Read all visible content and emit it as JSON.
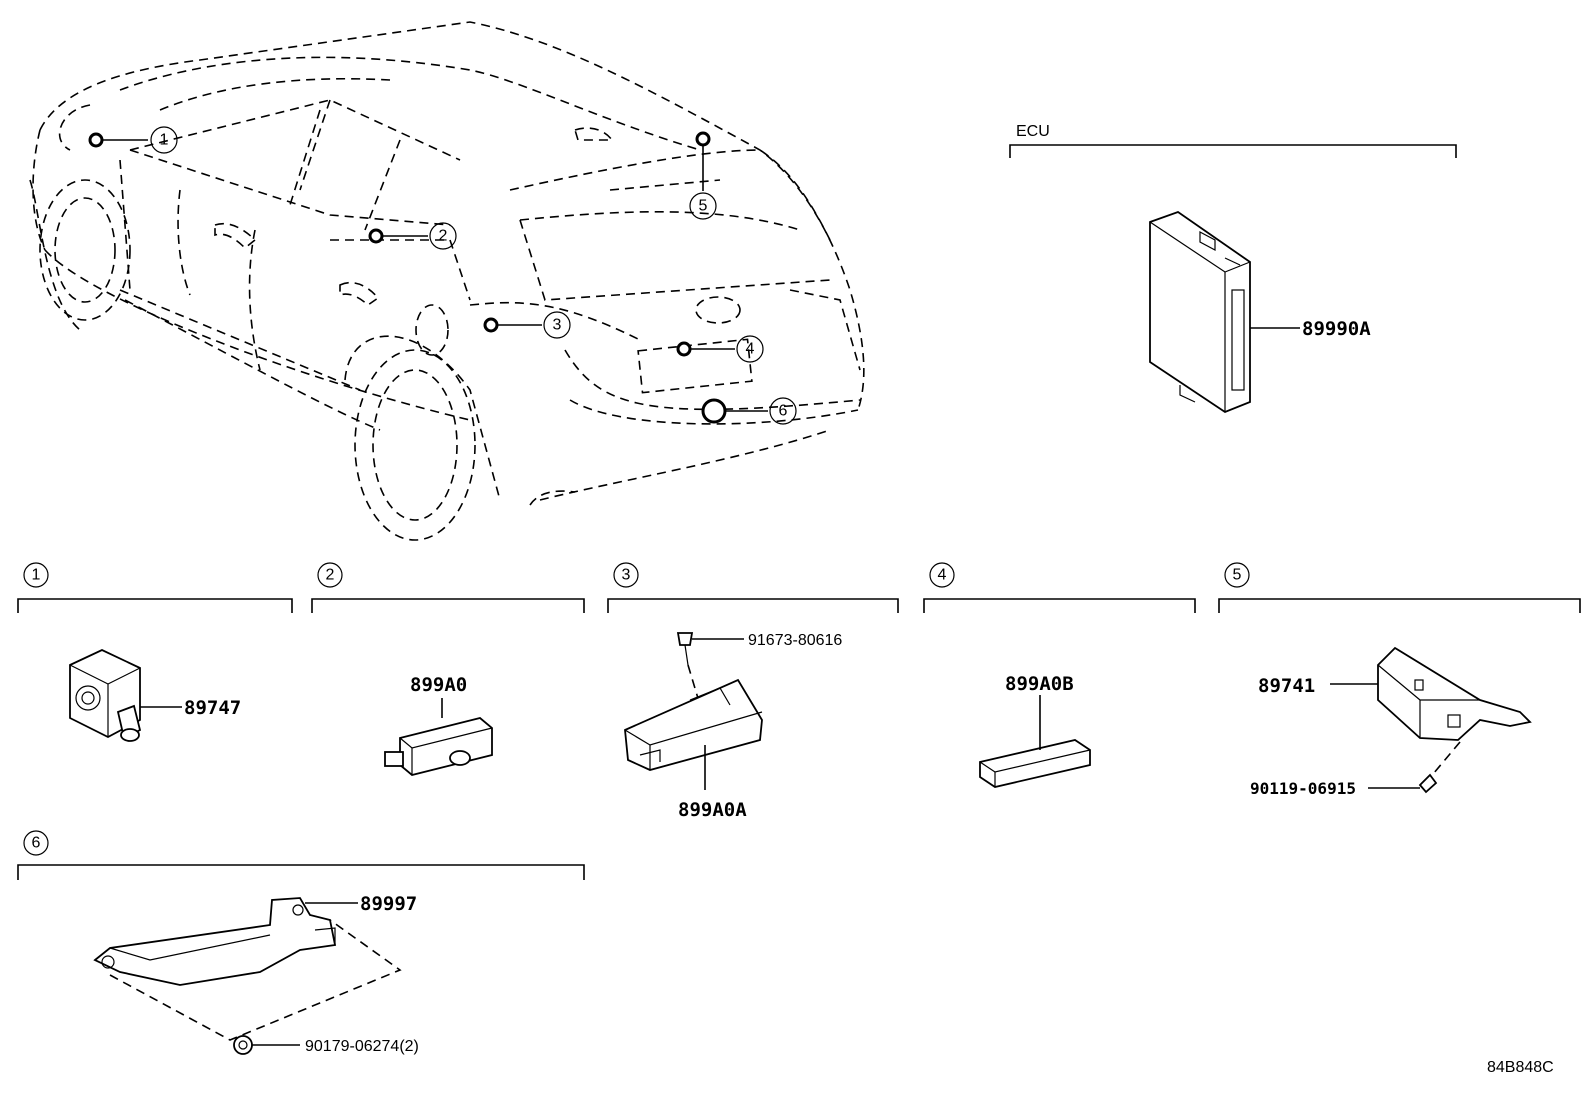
{
  "callouts": [
    "1",
    "2",
    "3",
    "4",
    "5",
    "6"
  ],
  "ecu": {
    "group_label": "ECU",
    "part": "89990A"
  },
  "sections": [
    {
      "num": "1",
      "parts": [
        "89747"
      ]
    },
    {
      "num": "2",
      "parts": [
        "899A0"
      ]
    },
    {
      "num": "3",
      "parts": [
        "91673-80616",
        "899A0A"
      ]
    },
    {
      "num": "4",
      "parts": [
        "899A0B"
      ]
    },
    {
      "num": "5",
      "parts": [
        "89741",
        "90119-06915"
      ]
    },
    {
      "num": "6",
      "parts": [
        "89997",
        "90179-06274(2)"
      ]
    }
  ],
  "diagram_code": "84B848C"
}
